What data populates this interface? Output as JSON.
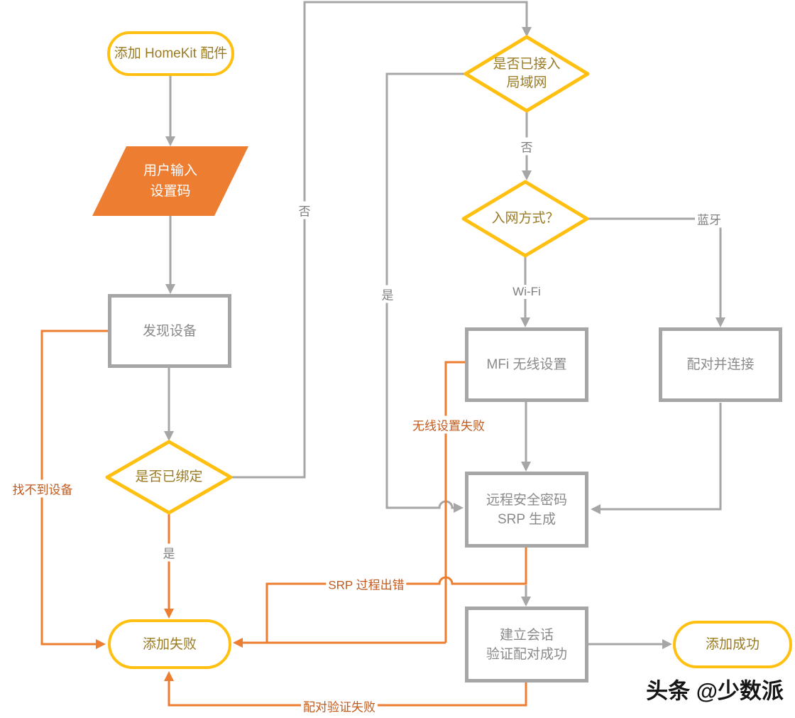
{
  "flowchart": {
    "nodes": {
      "start": {
        "label": "添加 HomeKit 配件"
      },
      "input": {
        "line1": "用户输入",
        "line2": "设置码"
      },
      "discover": {
        "label": "发现设备"
      },
      "bound": {
        "label": "是否已绑定"
      },
      "lan": {
        "line1": "是否已接入",
        "line2": "局域网"
      },
      "method": {
        "label": "入网方式？"
      },
      "mfi": {
        "label": "MFi 无线设置"
      },
      "pair": {
        "label": "配对并连接"
      },
      "srp": {
        "line1": "远程安全密码",
        "line2": "SRP 生成"
      },
      "session": {
        "line1": "建立会话",
        "line2": "验证配对成功"
      },
      "fail": {
        "label": "添加失败"
      },
      "success": {
        "label": "添加成功"
      }
    },
    "labels": {
      "no_top": "否",
      "no_lan": "否",
      "wifi": "Wi-Fi",
      "bluetooth": "蓝牙",
      "yes_lan": "是",
      "yes_bound": "是",
      "device_not_found": "找不到设备",
      "wireless_setup_failed": "无线设置失败",
      "srp_error": "SRP 过程出错",
      "pairing_failed": "配对验证失败"
    },
    "colors": {
      "yellow_stroke": "#FFC012",
      "orange_fill": "#ED7D31",
      "orange_line": "#ED7D31",
      "orange_label": "#C05A1E",
      "gray_line": "#A6A6A6",
      "gray_box_text": "#8A8A8A",
      "gold_text": "#9A7B22",
      "gray_label": "#7F7F7F"
    },
    "watermark": "头条 @少数派"
  }
}
